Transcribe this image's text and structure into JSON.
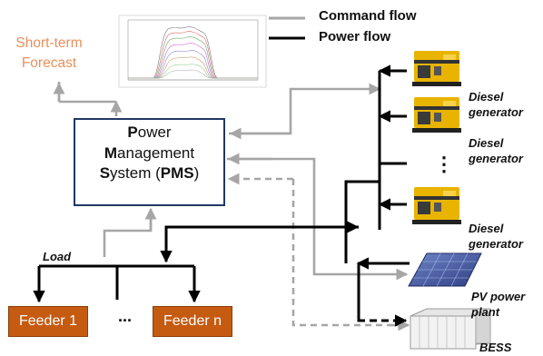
{
  "legend": {
    "command_label": "Command flow",
    "power_label": "Power flow"
  },
  "forecast": {
    "line1": "Short-term",
    "line2": "Forecast"
  },
  "pms": {
    "l1_initial": "P",
    "l1_rest": "ower",
    "l2_initial": "M",
    "l2_rest": "anagement",
    "l3_initial": "S",
    "l3_rest": "ystem (",
    "l3_abbr": "PMS",
    "l3_close": ")"
  },
  "load_label": "Load",
  "feeders": {
    "first": "Feeder 1",
    "ellipsis": "...",
    "last": "Feeder n"
  },
  "generators": {
    "label1_l1": "Diesel",
    "label1_l2": "generator",
    "label2_l1": "Diesel",
    "label2_l2": "generator",
    "vertical_ellipsis": "⋮",
    "label3_l1": "Diesel",
    "label3_l2": "generator"
  },
  "pv": {
    "line1": "PV power",
    "line2": "plant"
  },
  "bess": {
    "label": "BESS"
  },
  "colors": {
    "command": "#a6a6a6",
    "power": "#000000",
    "feeder_fill": "#c55a11",
    "forecast_text": "#e8905a",
    "pms_border": "#1f3864",
    "generator_body": "#e8b400"
  }
}
